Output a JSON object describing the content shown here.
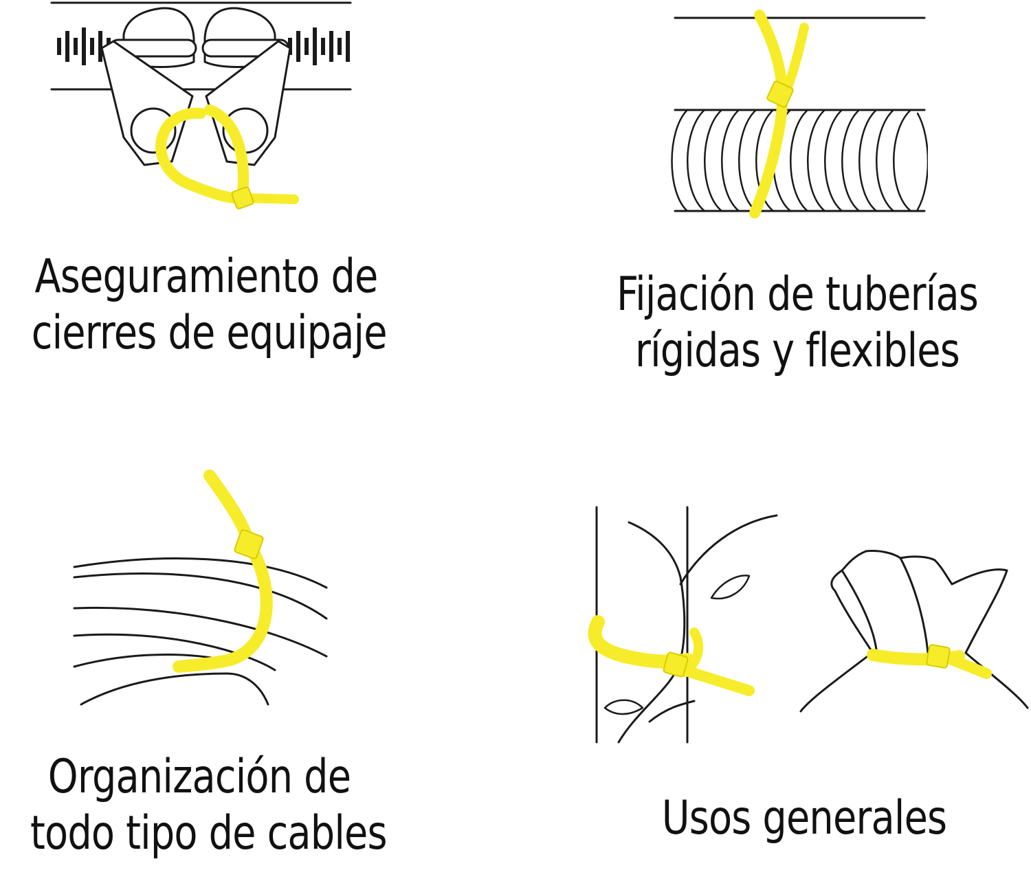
{
  "captions": {
    "luggage": {
      "line1": "Aseguramiento de",
      "line2": "cierres de equipaje"
    },
    "pipes": {
      "line1": "Fijación de tuberías",
      "line2": "rígidas y flexibles"
    },
    "cables": {
      "line1": "Organización de",
      "line2": "todo tipo de cables"
    },
    "general": {
      "line1": "Usos generales"
    }
  },
  "colors": {
    "tie": "#f7ec2a",
    "line": "#1a1a1a",
    "background": "#ffffff"
  },
  "icons": [
    "luggage-zipper-icon",
    "corrugated-pipe-icon",
    "cable-bundle-icon",
    "plant-stake-icon",
    "tied-bag-icon"
  ]
}
